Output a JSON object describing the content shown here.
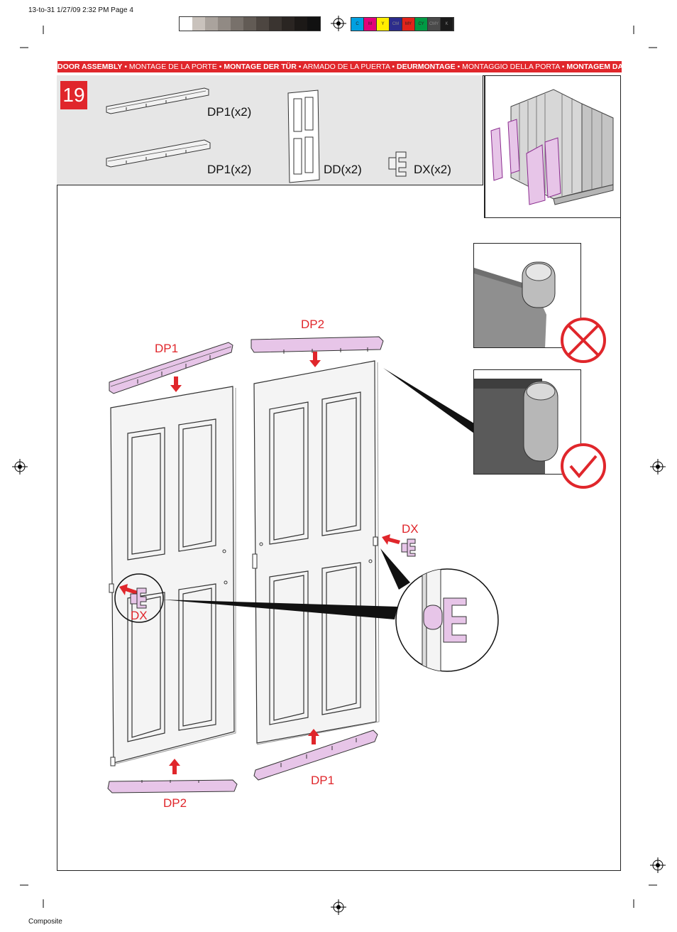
{
  "print_info": "13-to-31 1/27/09 2:32 PM Page 4",
  "footer_label": "Composite",
  "color_bar": [
    {
      "label": "C",
      "color": "#00a0e0"
    },
    {
      "label": "M",
      "color": "#e2007a"
    },
    {
      "label": "Y",
      "color": "#ffed00"
    },
    {
      "label": "CM",
      "color": "#2c2c8c"
    },
    {
      "label": "MY",
      "color": "#e2231a"
    },
    {
      "label": "CY",
      "color": "#009a44"
    },
    {
      "label": "CMY",
      "color": "#4a4a4a"
    },
    {
      "label": "K",
      "color": "#1a1a1a"
    }
  ],
  "banner": {
    "items": [
      {
        "text": "DOOR ASSEMBLY",
        "bold": true
      },
      {
        "text": "MONTAGE DE LA PORTE",
        "bold": false
      },
      {
        "text": "MONTAGE DER TÜR",
        "bold": true
      },
      {
        "text": "ARMADO DE LA PUERTA",
        "bold": false
      },
      {
        "text": "DEURMONTAGE",
        "bold": true
      },
      {
        "text": "MONTAGGIO DELLA PORTA",
        "bold": false
      },
      {
        "text": "MONTAGEM DA PORTA",
        "bold": true
      }
    ],
    "separator": " • "
  },
  "step": {
    "number": "19",
    "parts": {
      "dp1_a": "DP1(x2)",
      "dp1_b": "DP1(x2)",
      "dd": "DD(x2)",
      "dx": "DX(x2)"
    }
  },
  "callouts": {
    "dp1_left": "DP1",
    "dp2_right": "DP2",
    "dx_right": "DX",
    "dx_left": "DX",
    "dp2_bottom": "DP2",
    "dp1_bottom": "DP1"
  },
  "colors": {
    "accent_red": "#e0262b",
    "part_pink": "#e7c5e8",
    "panel_gray": "#e6e6e6"
  },
  "icons": {
    "wrong": "cross-circle-icon",
    "correct": "check-circle-icon",
    "registration": "registration-mark-icon"
  }
}
